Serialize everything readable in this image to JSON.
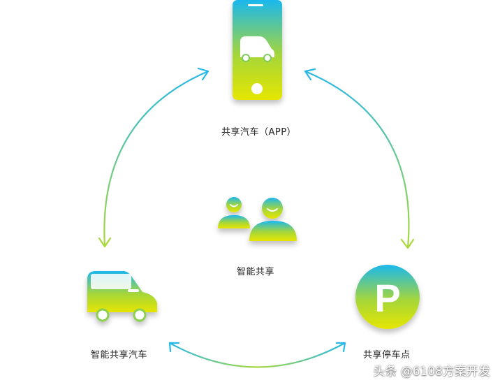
{
  "colors": {
    "gradient_top": "#1ab8ee",
    "gradient_mid": "#a5d63a",
    "gradient_bottom": "#e6e600",
    "arrow": "#29b8e8",
    "text": "#222222"
  },
  "nodes": {
    "app": {
      "label": "共享汽车（APP）",
      "icon": "smartphone-car-icon"
    },
    "center": {
      "label": "智能共享",
      "icon": "users-icon"
    },
    "car": {
      "label": "智能共享汽车",
      "icon": "car-icon"
    },
    "parking": {
      "label": "共享停车点",
      "icon": "parking-icon",
      "symbol": "P"
    }
  },
  "watermark": "头条 @6108方案开发"
}
